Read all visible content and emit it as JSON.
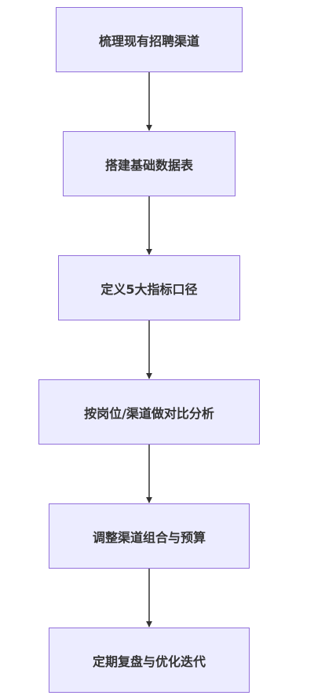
{
  "flowchart": {
    "direction": "top-to-bottom",
    "colors": {
      "node_fill": "#ececff",
      "node_border": "#9370db",
      "node_text": "#333333",
      "edge": "#333333"
    },
    "nodes": [
      {
        "id": "n1",
        "label": "梳理现有招聘渠道"
      },
      {
        "id": "n2",
        "label": "搭建基础数据表"
      },
      {
        "id": "n3",
        "label": "定义5大指标口径"
      },
      {
        "id": "n4",
        "label": "按岗位/渠道做对比分析"
      },
      {
        "id": "n5",
        "label": "调整渠道组合与预算"
      },
      {
        "id": "n6",
        "label": "定期复盘与优化迭代"
      }
    ],
    "edges": [
      {
        "from": "n1",
        "to": "n2"
      },
      {
        "from": "n2",
        "to": "n3"
      },
      {
        "from": "n3",
        "to": "n4"
      },
      {
        "from": "n4",
        "to": "n5"
      },
      {
        "from": "n5",
        "to": "n6"
      }
    ]
  }
}
